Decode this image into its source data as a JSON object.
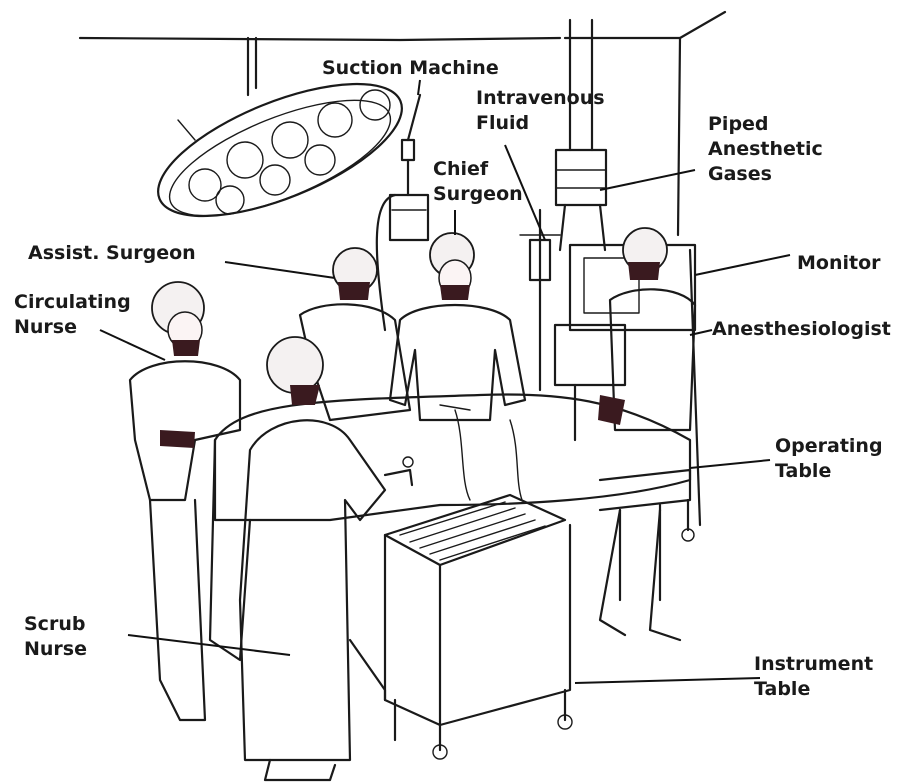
{
  "labels": {
    "suction_machine": "Suction Machine",
    "intravenous_fluid": "Intravenous\nFluid",
    "piped_anesthetic_gases": "Piped\nAnesthetic\nGases",
    "chief_surgeon": "Chief\nSurgeon",
    "assist_surgeon": "Assist. Surgeon",
    "monitor": "Monitor",
    "circulating_nurse": "Circulating\nNurse",
    "anesthesiologist": "Anesthesiologist",
    "operating_table": "Operating\nTable",
    "scrub_nurse": "Scrub\nNurse",
    "instrument_table": "Instrument\nTable"
  },
  "colors": {
    "ink": "#1a1a1a",
    "label_text": "#1a1a1a",
    "mask": "#3a1a1f",
    "background": "#ffffff"
  }
}
